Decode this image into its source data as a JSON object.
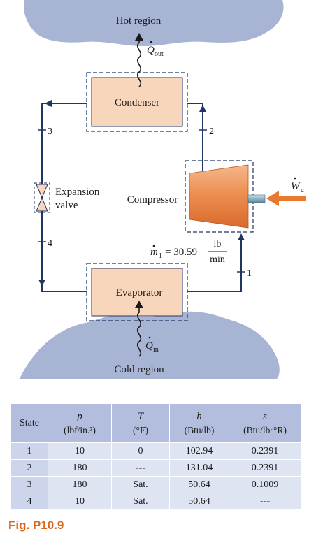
{
  "figure": {
    "hot_region_label": "Hot region",
    "cold_region_label": "Cold region",
    "q_out": {
      "symbol": "Q",
      "subscript": "out"
    },
    "q_in": {
      "symbol": "Q",
      "subscript": "in"
    },
    "w_c": {
      "symbol": "W",
      "subscript": "c"
    },
    "condenser_label": "Condenser",
    "evaporator_label": "Evaporator",
    "compressor_label": "Compressor",
    "expansion_valve_label_1": "Expansion",
    "expansion_valve_label_2": "valve",
    "state_numbers": [
      "1",
      "2",
      "3",
      "4"
    ],
    "mass_flow": {
      "symbol": "m",
      "subscript": "1",
      "value": "= 30.59",
      "unit_numerator": "lb",
      "unit_denominator": "min"
    },
    "colors": {
      "region": "#a8b4d3",
      "component_fill": "#f8d6bb",
      "compressor_body": "#ea8a4c",
      "work_arrow": "#e8792f",
      "flow_line": "#1f3564",
      "caption": "#d9661c"
    },
    "icons": [
      "squiggle-heat-arrow",
      "flow-arrow",
      "valve-bowtie"
    ]
  },
  "table": {
    "headers": [
      {
        "symbol": "",
        "label": "State",
        "unit": ""
      },
      {
        "symbol": "p",
        "label": "",
        "unit": "(lbf/in.²)"
      },
      {
        "symbol": "T",
        "label": "",
        "unit": "(°F)"
      },
      {
        "symbol": "h",
        "label": "",
        "unit": "(Btu/lb)"
      },
      {
        "symbol": "s",
        "label": "",
        "unit": "(Btu/lb·°R)"
      }
    ],
    "rows": [
      [
        "1",
        "10",
        "0",
        "102.94",
        "0.2391"
      ],
      [
        "2",
        "180",
        "---",
        "131.04",
        "0.2391"
      ],
      [
        "3",
        "180",
        "Sat.",
        "50.64",
        "0.1009"
      ],
      [
        "4",
        "10",
        "Sat.",
        "50.64",
        "---"
      ]
    ]
  },
  "caption": "Fig. P10.9"
}
